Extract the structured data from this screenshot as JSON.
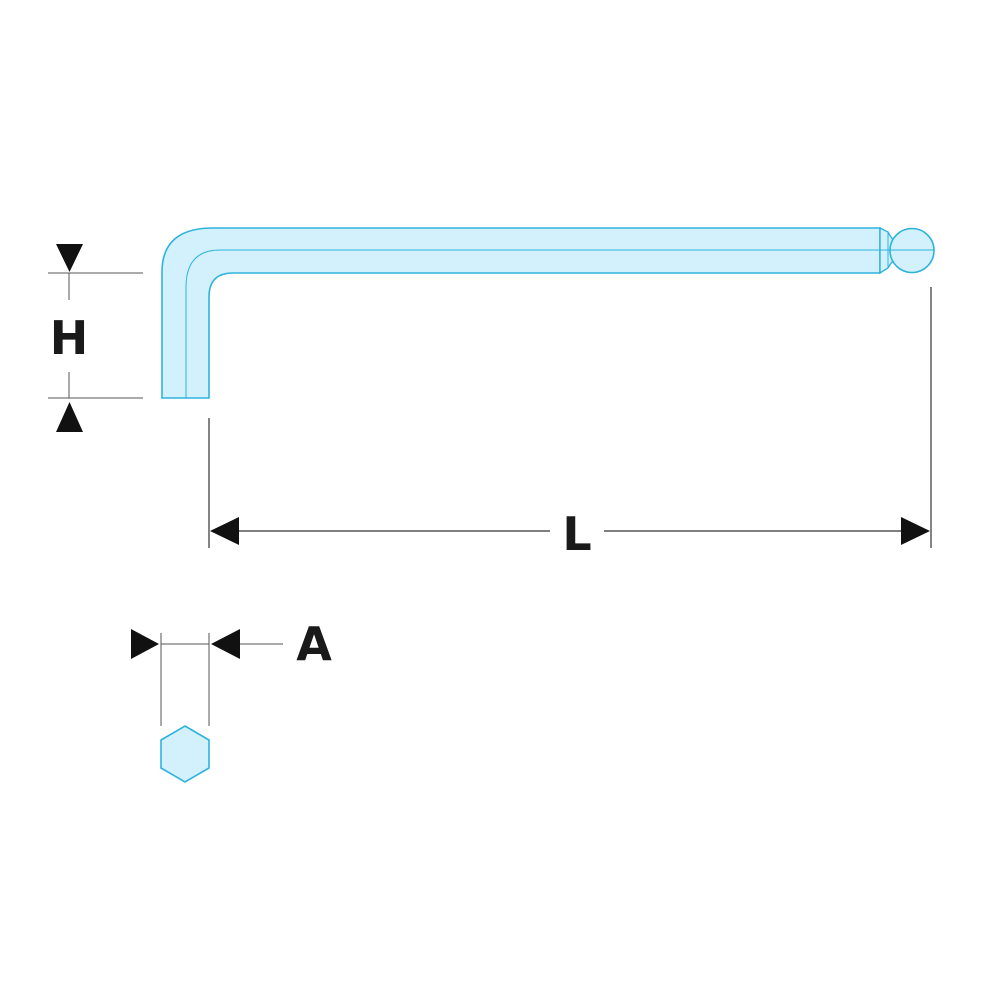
{
  "labels": {
    "height": "H",
    "length": "L",
    "across_flats": "A"
  },
  "colors": {
    "tool_fill": "#d3f1fc",
    "tool_outline": "#2fb3dc",
    "dimension_lines": "#333333",
    "arrowheads": "#111111"
  }
}
